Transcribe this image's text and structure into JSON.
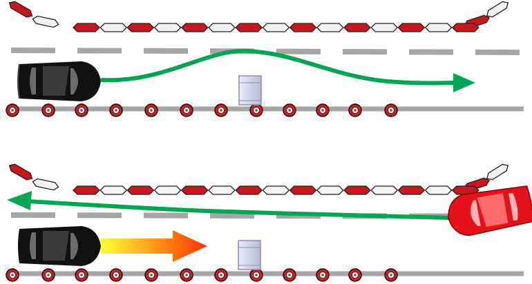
{
  "colors": {
    "barrier_red": "#c8161d",
    "barrier_white": "#f2f2f2",
    "barrier_outline": "#222222",
    "lane_line": "#a6a6a6",
    "ego_car": "#111111",
    "oncoming_car": "#e5121b",
    "path_arrow": "#00a651",
    "accel_arrow_start": "#ffff33",
    "accel_arrow_end": "#ff3300",
    "obstacle_fill": "#c9cde3",
    "obstacle_outline": "#8a8fb0",
    "marker_red": "#d7191c"
  },
  "scenarios": [
    {
      "id": "top",
      "ego_car": "black-sedan-icon",
      "path": "green-swerve-arrow-right",
      "obstacle": "roadside-box-icon",
      "oncoming_vehicle": false
    },
    {
      "id": "bottom",
      "ego_car": "black-sedan-icon",
      "path": "gradient-accelerate-arrow-right",
      "obstacle": "roadside-box-icon",
      "oncoming_vehicle": true,
      "oncoming_path": "green-arrow-left"
    }
  ]
}
